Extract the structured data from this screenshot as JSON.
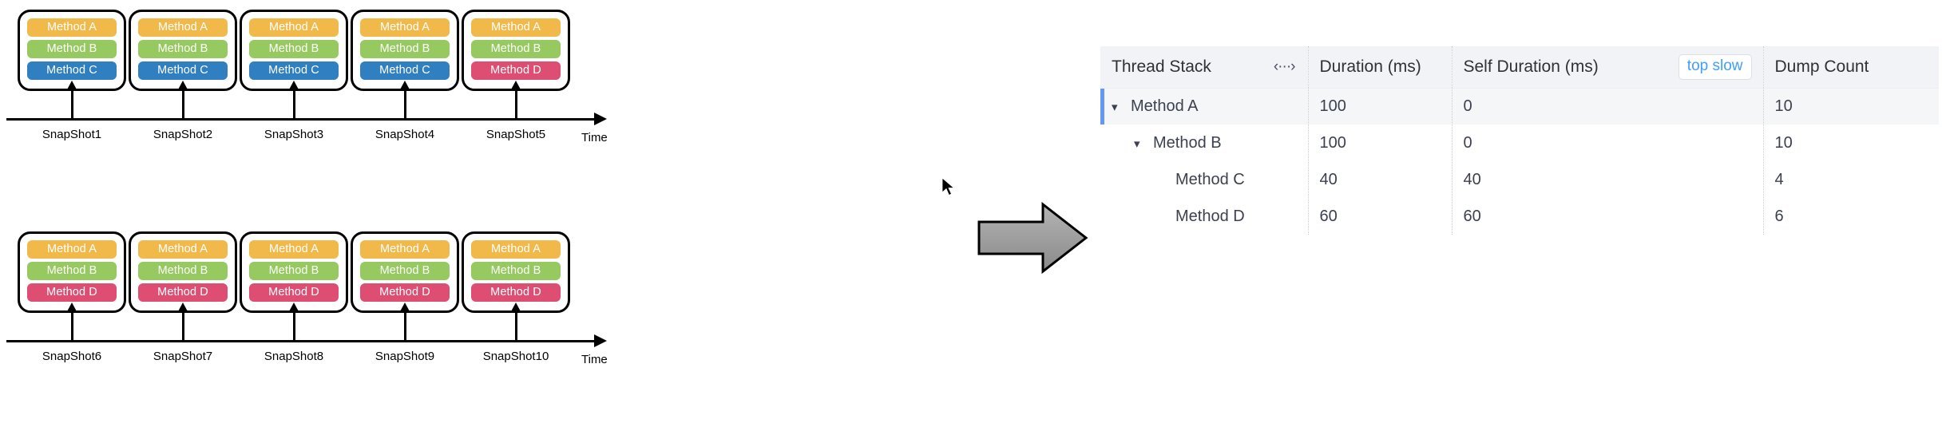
{
  "diagram": {
    "method_colors": {
      "Method A": "#f0b94a",
      "Method B": "#96c95f",
      "Method C": "#2f7fc1",
      "Method D": "#dd4e72"
    },
    "time_axis_label": "Time",
    "rows": [
      {
        "axis_label": "Time",
        "snapshots": [
          {
            "label": "SnapShot1",
            "methods": [
              "Method A",
              "Method B",
              "Method C"
            ]
          },
          {
            "label": "SnapShot2",
            "methods": [
              "Method A",
              "Method B",
              "Method C"
            ]
          },
          {
            "label": "SnapShot3",
            "methods": [
              "Method A",
              "Method B",
              "Method C"
            ]
          },
          {
            "label": "SnapShot4",
            "methods": [
              "Method A",
              "Method B",
              "Method C"
            ]
          },
          {
            "label": "SnapShot5",
            "methods": [
              "Method A",
              "Method B",
              "Method D"
            ]
          }
        ]
      },
      {
        "axis_label": "Time",
        "snapshots": [
          {
            "label": "SnapShot6",
            "methods": [
              "Method A",
              "Method B",
              "Method D"
            ]
          },
          {
            "label": "SnapShot7",
            "methods": [
              "Method A",
              "Method B",
              "Method D"
            ]
          },
          {
            "label": "SnapShot8",
            "methods": [
              "Method A",
              "Method B",
              "Method D"
            ]
          },
          {
            "label": "SnapShot9",
            "methods": [
              "Method A",
              "Method B",
              "Method D"
            ]
          },
          {
            "label": "SnapShot10",
            "methods": [
              "Method A",
              "Method B",
              "Method D"
            ]
          }
        ]
      }
    ]
  },
  "flow_arrow": {
    "icon": "right-arrow",
    "color": "#949494"
  },
  "table": {
    "columns": [
      {
        "key": "stack",
        "label": "Thread Stack"
      },
      {
        "key": "duration",
        "label": "Duration (ms)"
      },
      {
        "key": "self",
        "label": "Self Duration (ms)"
      },
      {
        "key": "dump",
        "label": "Dump Count"
      }
    ],
    "header_resize_icon": "‹···›",
    "top_slow_button": "top slow",
    "accent_color": "#409eff",
    "row_indicator_color": "#6499ef",
    "rows": [
      {
        "name": "Method A",
        "indent": 0,
        "expanded": true,
        "duration": "100",
        "self": "0",
        "dump": "10",
        "highlight": true
      },
      {
        "name": "Method B",
        "indent": 1,
        "expanded": true,
        "duration": "100",
        "self": "0",
        "dump": "10",
        "highlight": false
      },
      {
        "name": "Method C",
        "indent": 2,
        "expanded": false,
        "duration": "40",
        "self": "40",
        "dump": "4",
        "highlight": false
      },
      {
        "name": "Method D",
        "indent": 2,
        "expanded": false,
        "duration": "60",
        "self": "60",
        "dump": "6",
        "highlight": false
      }
    ]
  }
}
